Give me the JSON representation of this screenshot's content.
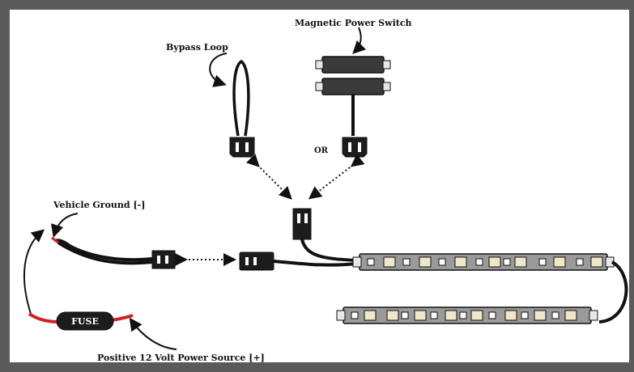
{
  "labels": {
    "magnetic_power_switch": "Magnetic Power Switch",
    "bypass_loop": "Bypass Loop",
    "or": "OR",
    "vehicle_ground": "Vehicle Ground [-]",
    "positive_source": "Positive 12 Volt Power Source [+]",
    "fuse": "FUSE"
  },
  "colors": {
    "frame": "#5a5a5a",
    "wire": "#111111",
    "positive_wire": "#d42020",
    "strip_body": "#9a9a9a"
  }
}
